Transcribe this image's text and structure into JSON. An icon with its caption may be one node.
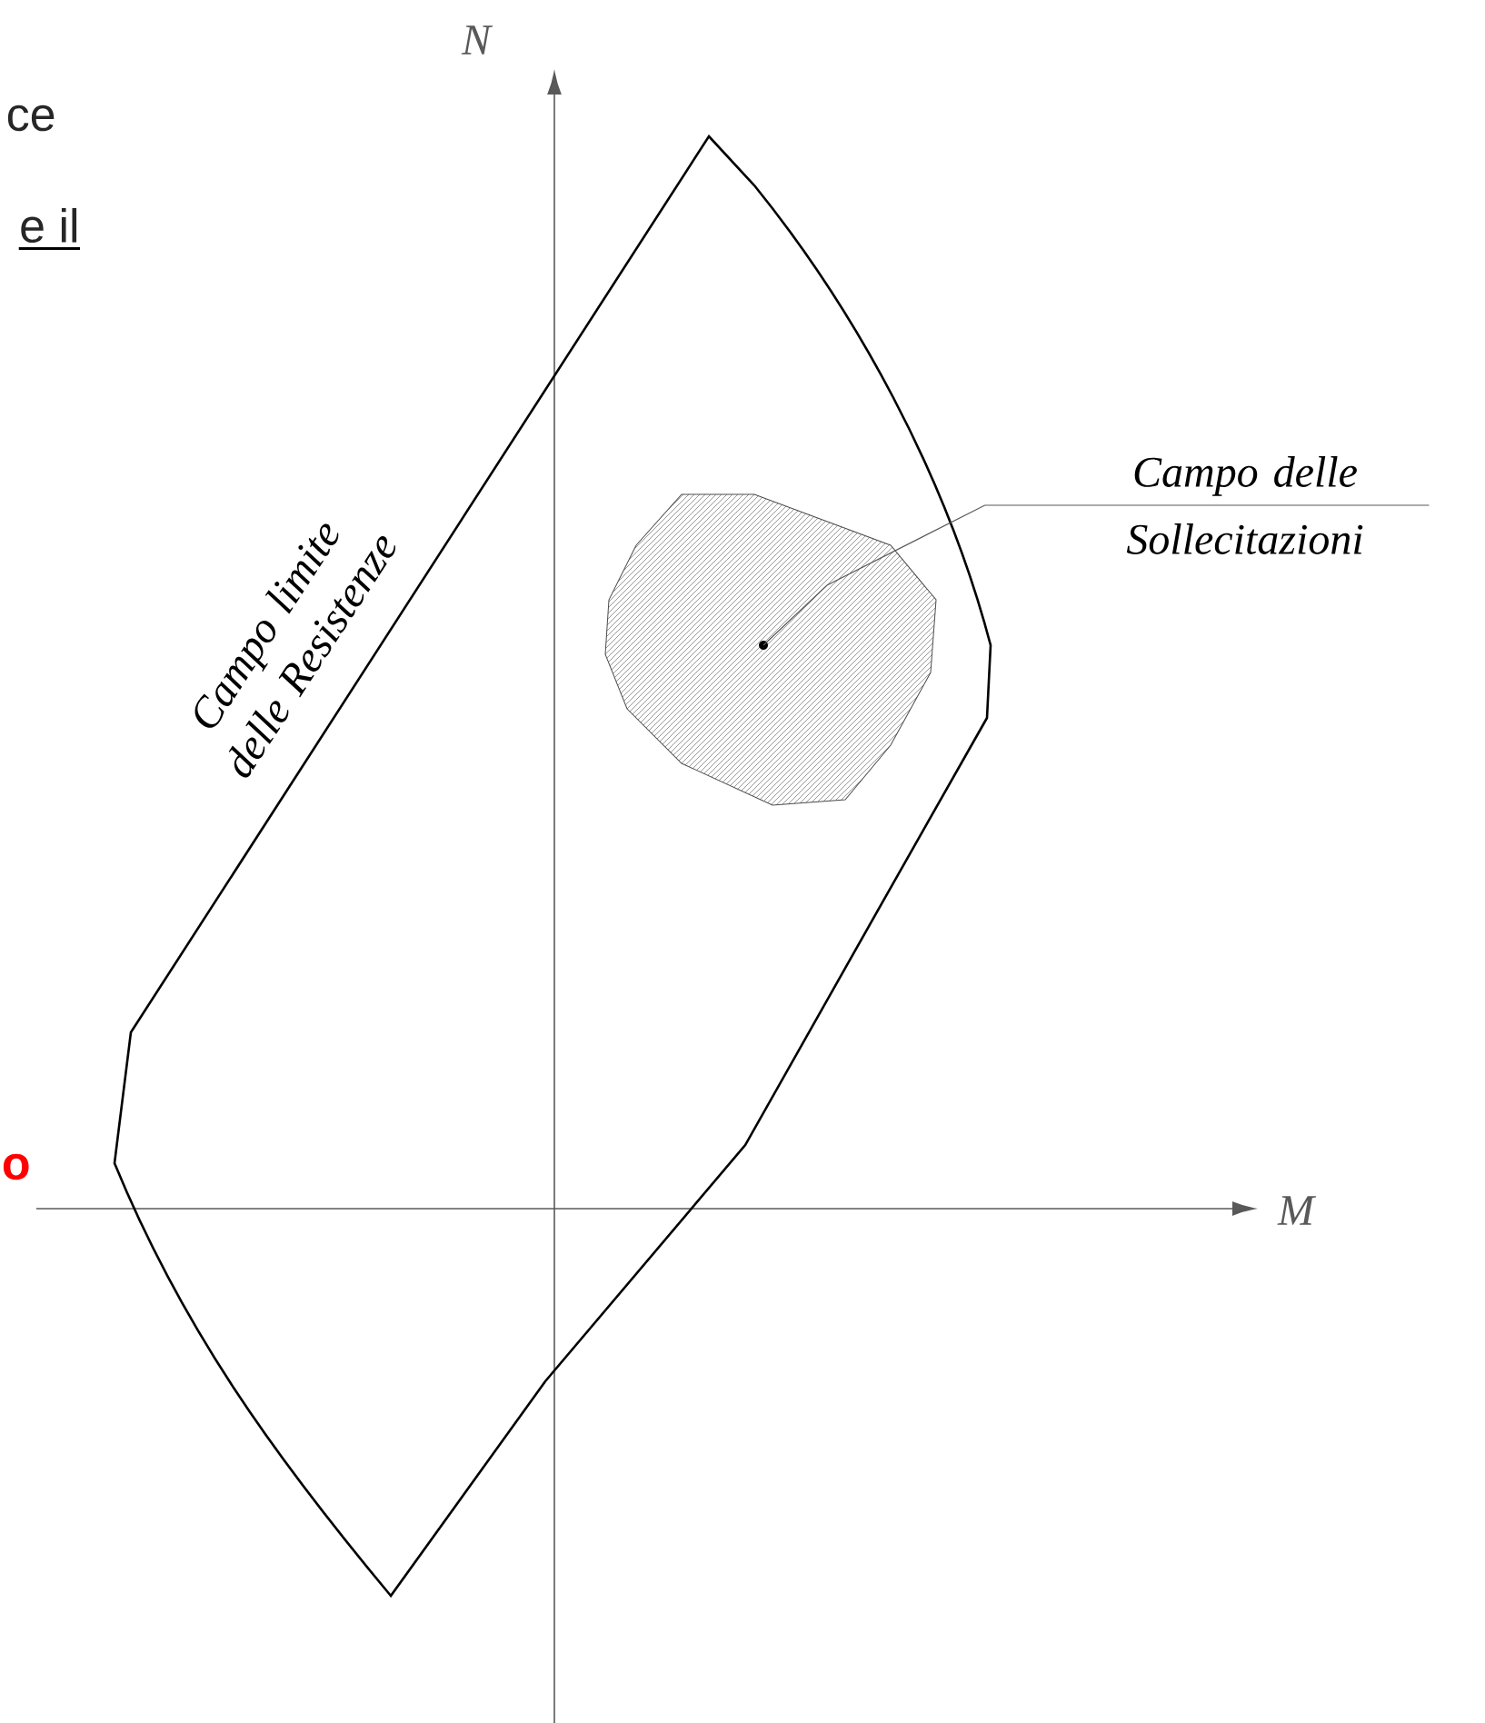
{
  "diagram": {
    "nodes": [
      {
        "text": [
          "Campo limite delle Resistenze"
        ]
      },
      {
        "text": [],
        "shape": "polygon",
        "in": 0
      },
      {
        "text": [
          "Campo delle Sollecitazioni"
        ]
      }
    ],
    "edges": [
      {
        "from": 2,
        "to": 1,
        "arrow": "none"
      }
    ],
    "labels": [
      "ce",
      "e il",
      "o",
      "N",
      "M"
    ]
  }
}
